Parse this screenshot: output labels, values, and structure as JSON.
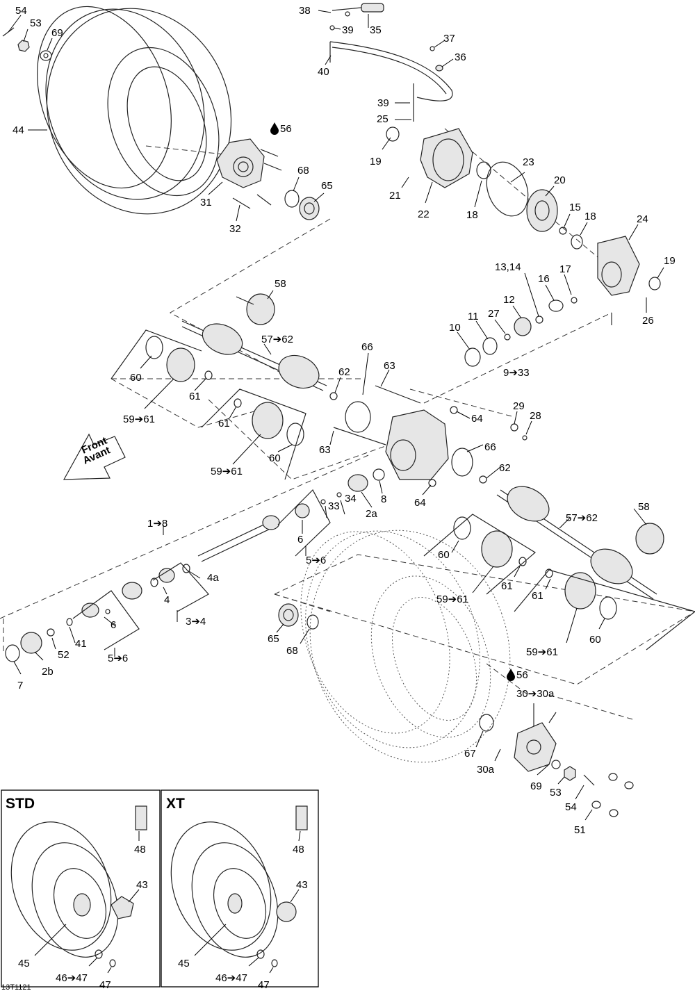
{
  "diagram_id": "13T1121",
  "front_arrow": {
    "line1": "Front",
    "line2": "Avant"
  },
  "drop_icon": "oil-drop-icon",
  "box_std": {
    "title": "STD",
    "labels": [
      "48",
      "43",
      "45",
      "46➔47",
      "47"
    ]
  },
  "box_xt": {
    "title": "XT",
    "labels": [
      "48",
      "43",
      "45",
      "46➔47",
      "47"
    ]
  },
  "callouts": [
    "54",
    "53",
    "69",
    "44",
    "38",
    "39",
    "35",
    "37",
    "36",
    "40",
    "39",
    "25",
    "19",
    "21",
    "22",
    "56",
    "31",
    "32",
    "68",
    "65",
    "23",
    "20",
    "15",
    "18",
    "18",
    "24",
    "19",
    "26",
    "13,14",
    "16",
    "17",
    "12",
    "27",
    "11",
    "10",
    "58",
    "57➔62",
    "60",
    "61",
    "59➔61",
    "61",
    "60",
    "59➔61",
    "66",
    "63",
    "62",
    "9➔33",
    "29",
    "28",
    "64",
    "63",
    "66",
    "62",
    "64",
    "8",
    "2a",
    "34",
    "33",
    "1➔8",
    "6",
    "5➔6",
    "4a",
    "4",
    "3➔4",
    "6",
    "5➔6",
    "41",
    "52",
    "7",
    "2b",
    "58",
    "57➔62",
    "60",
    "61",
    "59➔61",
    "61",
    "60",
    "59➔61",
    "65",
    "68",
    "56",
    "30➔30a",
    "67",
    "30a",
    "69",
    "53",
    "54",
    "51"
  ]
}
